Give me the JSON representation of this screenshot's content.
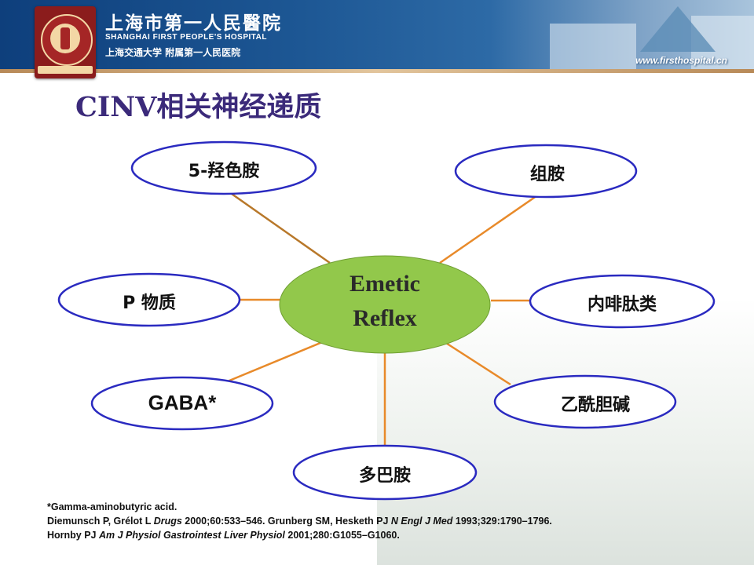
{
  "header": {
    "hospital_name_cn": "上海市第一人民醫院",
    "hospital_name_en": "SHANGHAI FIRST PEOPLE'S HOSPITAL",
    "affiliation": "上海交通大学 附属第一人民医院",
    "website": "www.firsthospital.cn"
  },
  "title": "CINV相关神经递质",
  "center": {
    "line1": "Emetic",
    "line2": "Reflex",
    "fill": "#92c84b"
  },
  "nodes": [
    {
      "id": "serotonin",
      "label": "5-羟色胺"
    },
    {
      "id": "histamine",
      "label": "组胺"
    },
    {
      "id": "substance-p",
      "label": "P 物质"
    },
    {
      "id": "endorphin",
      "label": "内啡肽类"
    },
    {
      "id": "gaba",
      "label": "GABA*"
    },
    {
      "id": "acetylcholine",
      "label": "乙酰胆碱"
    },
    {
      "id": "dopamine",
      "label": "多巴胺"
    }
  ],
  "colors": {
    "node_border": "#2a2ac0",
    "connector": "#e88a2a",
    "connector_dark": "#b8782a",
    "title": "#3b2a7a"
  },
  "footnotes": {
    "line1": "*Gamma-aminobutyric acid.",
    "ref1_authors": "Diemunsch P, Grélot L ",
    "ref1_journal": "Drugs",
    "ref1_details": " 2000;60:533–546. Grunberg SM, Hesketh PJ ",
    "ref2_journal": "N Engl J Med",
    "ref2_details": " 1993;329:1790–1796.",
    "ref3_authors": "Hornby PJ ",
    "ref3_journal": "Am J Physiol Gastrointest Liver Physiol",
    "ref3_details": " 2001;280:G1055–G1060."
  }
}
